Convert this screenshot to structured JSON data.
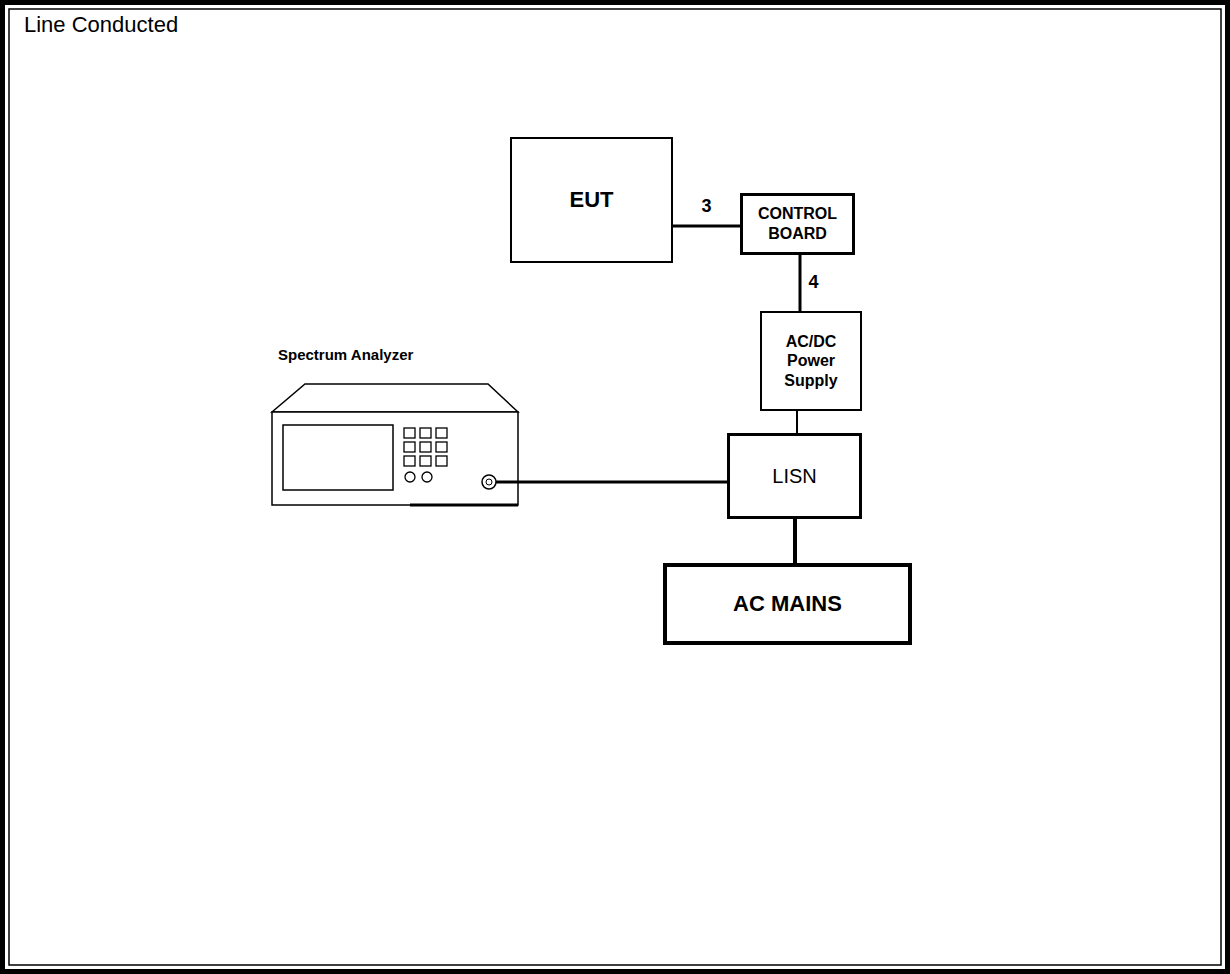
{
  "diagram": {
    "title": "Line Conducted",
    "nodes": [
      {
        "text": [
          "EUT"
        ]
      },
      {
        "text": [
          "CONTROL BOARD"
        ]
      },
      {
        "text": [
          "AC/DC Power Supply"
        ]
      },
      {
        "text": [
          "Spectrum Analyzer"
        ]
      },
      {
        "text": [
          "LISN"
        ]
      },
      {
        "text": [
          "AC MAINS"
        ]
      }
    ],
    "edges": [
      {
        "from": 0,
        "to": 1,
        "arrow": "none",
        "label": "3"
      },
      {
        "from": 1,
        "to": 2,
        "arrow": "none",
        "label": "4"
      },
      {
        "from": 2,
        "to": 4,
        "arrow": "none"
      },
      {
        "from": 3,
        "to": 4,
        "arrow": "none"
      },
      {
        "from": 4,
        "to": 5,
        "arrow": "none"
      }
    ]
  }
}
